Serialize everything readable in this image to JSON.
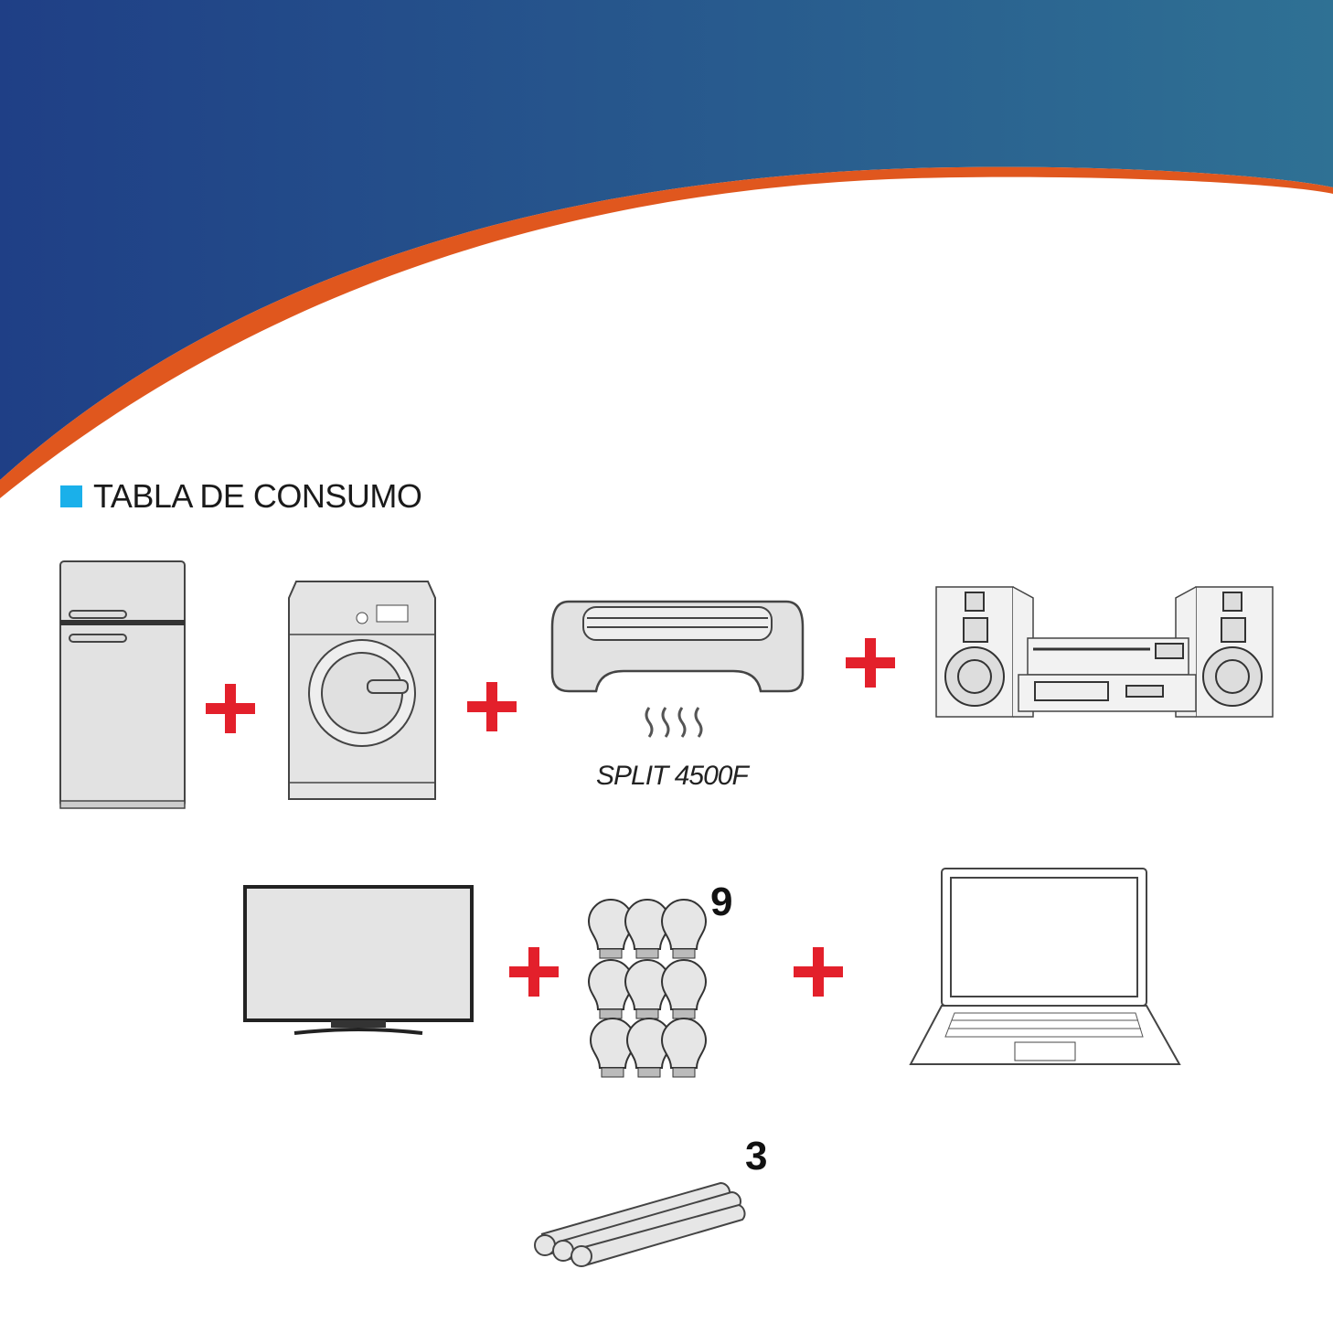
{
  "header": {
    "colors": {
      "blue_left": "#1f3f86",
      "blue_right": "#2f7194",
      "orange": "#e0571e"
    }
  },
  "title": {
    "text": "TABLA DE CONSUMO",
    "accent": "#1ab0ea"
  },
  "items": [
    {
      "name": "fridge-icon"
    },
    {
      "name": "washing-machine-icon"
    },
    {
      "name": "air-conditioner-icon",
      "label": "SPLIT 4500F"
    },
    {
      "name": "stereo-icon"
    },
    {
      "name": "tv-icon"
    },
    {
      "name": "light-bulbs-icon",
      "count": "9"
    },
    {
      "name": "laptop-icon"
    },
    {
      "name": "fluorescent-tubes-icon",
      "count": "3"
    }
  ],
  "plus_color": "#e3202b"
}
